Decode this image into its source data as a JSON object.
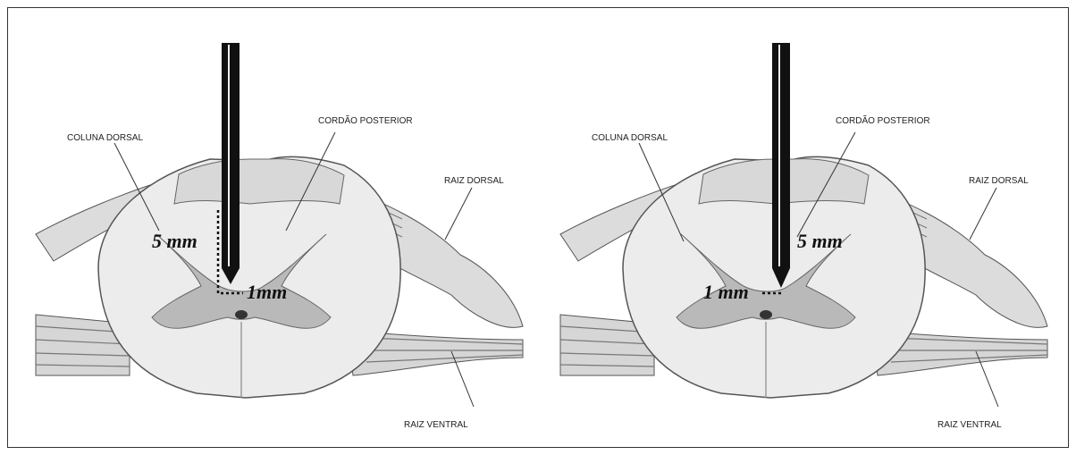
{
  "left_panel": {
    "labels": {
      "coluna_dorsal": "COLUNA DORSAL",
      "cordao_posterior": "CORDÃO POSTERIOR",
      "raiz_dorsal": "RAIZ DORSAL",
      "raiz_ventral": "RAIZ VENTRAL"
    },
    "depth_label": "5 mm",
    "offset_label": "1mm"
  },
  "right_panel": {
    "labels": {
      "coluna_dorsal": "COLUNA DORSAL",
      "cordao_posterior": "CORDÃO POSTERIOR",
      "raiz_dorsal": "RAIZ DORSAL",
      "raiz_ventral": "RAIZ VENTRAL"
    },
    "depth_label": "5 mm",
    "offset_label": "1 mm"
  },
  "colors": {
    "white_matter": "#ececec",
    "gray_matter": "#b9b9b9",
    "root": "#dcdcdc",
    "outline": "#555555",
    "needle": "#111111"
  }
}
